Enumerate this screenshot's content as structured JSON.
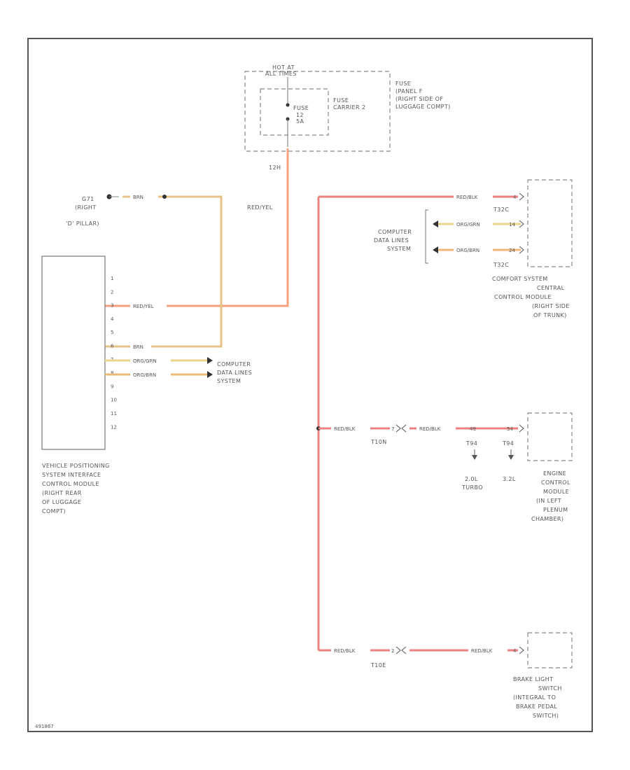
{
  "fuse_block": {
    "hot_line1": "HOT AT",
    "hot_line2": "ALL TIMES",
    "fuse_line1": "FUSE",
    "fuse_line2": "12",
    "fuse_line3": "5A",
    "carrier_line1": "FUSE",
    "carrier_line2": "CARRIER 2",
    "panel_line1": "FUSE",
    "panel_line2": "(PANEL F",
    "panel_line3": "(RIGHT SIDE OF",
    "panel_line4": "LUGGAGE COMPT)",
    "pin_label": "12H"
  },
  "ground": {
    "line1": "G71",
    "line2": "(RIGHT",
    "line3": "'D' PILLAR)"
  },
  "wires": {
    "red_yel": "RED/YEL",
    "red_yel_vertical": "RED/YEL",
    "brn_top": "BRN",
    "brn": "BRN",
    "org_grn": "ORG/GRN",
    "org_brn": "ORG/BRN",
    "red_blk_top": "RED/BLK",
    "comfort_grn": "ORG/GRN",
    "comfort_brn": "ORG/BRN",
    "red_blk_mid": "RED/BLK",
    "red_blk_mid2": "RED/BLK",
    "red_blk_bottom": "RED/BLK",
    "red_blk_bottom2": "RED/BLK"
  },
  "left_module": {
    "pins": [
      "1",
      "2",
      "3",
      "4",
      "5",
      "6",
      "7",
      "8",
      "9",
      "10",
      "11",
      "12"
    ],
    "label": [
      "VEHICLE POSITIONING",
      "SYSTEM INTERFACE",
      "CONTROL MODULE",
      "(RIGHT REAR",
      "OF LUGGAGE",
      "COMPT)"
    ]
  },
  "data_lines_left": [
    "COMPUTER",
    "DATA LINES",
    "SYSTEM"
  ],
  "comfort_module": {
    "connectors": [
      "T32C",
      "T32C"
    ],
    "pins": [
      "4",
      "14",
      "24"
    ],
    "data_lines": [
      "COMPUTER",
      "DATA LINES",
      "SYSTEM"
    ],
    "label": [
      "COMFORT SYSTEM",
      "CENTRAL",
      "CONTROL MODULE",
      "(RIGHT SIDE",
      "OF TRUNK)"
    ]
  },
  "engine_module": {
    "splice": "T10N",
    "splice_pin": "7",
    "pin_a": "49",
    "pin_b": "54",
    "conn_a": "T94",
    "conn_b": "T94",
    "variant_a_line1": "2.0L",
    "variant_a_line2": "TURBO",
    "variant_b": "3.2L",
    "label": [
      "ENGINE",
      "CONTROL",
      "MODULE",
      "(IN LEFT",
      "PLENUM",
      "CHAMBER)"
    ]
  },
  "brake_switch": {
    "splice": "T10E",
    "splice_pin": "2",
    "pin": "4",
    "label": [
      "BRAKE LIGHT",
      "SWITCH",
      "(INTEGRAL TO",
      "BRAKE PEDAL",
      "SWITCH)"
    ]
  },
  "footer_id": "491867",
  "colors": {
    "red_yel": "#f5a07e",
    "brn": "#e6c384",
    "org_grn": "#e8d48a",
    "red_blk": "#ee8080",
    "frame": "#555555"
  }
}
